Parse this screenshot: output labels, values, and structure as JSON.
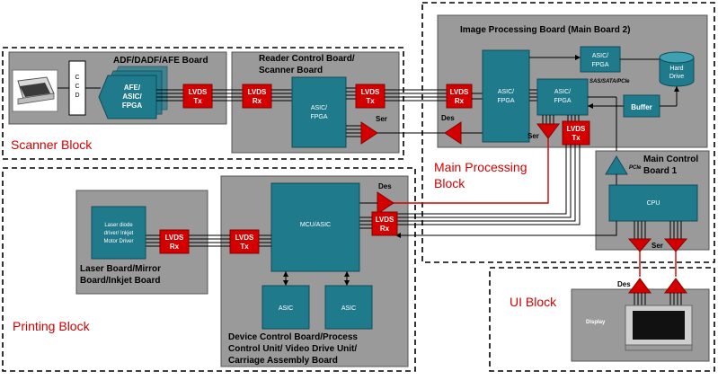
{
  "blocks": {
    "scanner": "Scanner Block",
    "printing": "Printing Block",
    "main_processing_line1": "Main Processing",
    "main_processing_line2": "Block",
    "ui": "UI Block"
  },
  "boards": {
    "adf": "ADF/DADF/AFE  Board",
    "reader_line1": "Reader Control Board/",
    "reader_line2": "Scanner Board",
    "image_processing": "Image Processing Board (Main Board 2)",
    "main_control_line1": "Main Control",
    "main_control_line2": "Board 1",
    "laser_line1": "Laser Board/Mirror",
    "laser_line2": "Board/Inkjet Board",
    "device_line1": "Device Control Board/Process",
    "device_line2": "Control Unit/ Video Drive Unit/",
    "device_line3": "Carriage Assembly Board"
  },
  "components": {
    "ccd": [
      "C",
      "C",
      "D"
    ],
    "afe": [
      "AFE/",
      "ASIC/",
      "FPGA"
    ],
    "reader_asic": [
      "ASIC/",
      "FPGA"
    ],
    "main_asic": [
      "ASIC/",
      "FPGA"
    ],
    "asic_right": [
      "ASIC/",
      "FPGA"
    ],
    "asic_top": [
      "ASIC/",
      "FPGA"
    ],
    "sas_label": "SAS/SATA/PCIe",
    "hard_drive": [
      "Hard",
      "Drive"
    ],
    "buffer": "Buffer",
    "pcie": "PCIe",
    "cpu": "CPU",
    "mcu": "MCU/ASIC",
    "asic1": "ASIC",
    "asic2": "ASIC",
    "laser_driver": [
      "Laser diode",
      "driver/ Inkjet",
      "Motor Driver"
    ],
    "display": "Display"
  },
  "lvds": {
    "tx": [
      "LVDS",
      "Tx"
    ],
    "rx": [
      "LVDS",
      "Rx"
    ]
  },
  "signals": {
    "ser": "Ser",
    "des": "Des"
  },
  "colors": {
    "board": "#9a9a9a",
    "chip": "#1f7a8c",
    "lvds": "#d40000",
    "block_label": "#d40000"
  }
}
